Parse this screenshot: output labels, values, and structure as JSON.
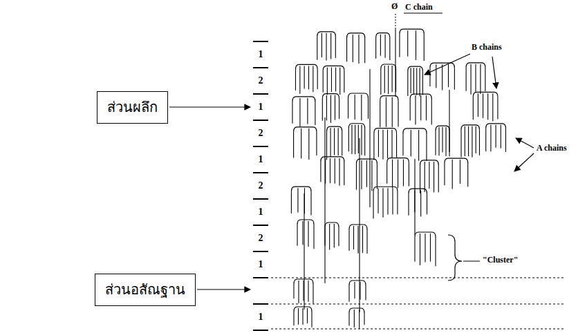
{
  "diagram": {
    "nodes": [
      {
        "text": [
          "ส่วนผลึก"
        ]
      },
      {
        "text": [
          "ส่วนอสัณฐาน"
        ]
      }
    ],
    "labels": [
      "Ø",
      "C chain",
      "B chains",
      "A chains",
      "\"Cluster\"",
      "1",
      "2",
      "1",
      "2",
      "1",
      "2",
      "1",
      "2",
      "1",
      "1"
    ]
  }
}
